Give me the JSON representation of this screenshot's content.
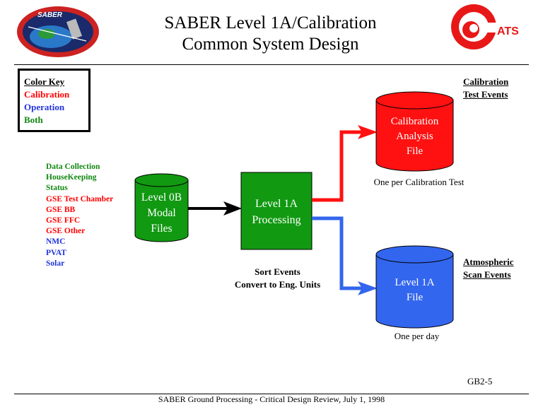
{
  "header": {
    "title_line1": "SABER Level 1A/Calibration",
    "title_line2": "Common System Design",
    "logo_left_text": "SABER",
    "logo_right_text": "ATS"
  },
  "color_key": {
    "heading": "Color Key",
    "items": [
      {
        "label": "Calibration",
        "color": "#ff0000"
      },
      {
        "label": "Operation",
        "color": "#2233dd"
      },
      {
        "label": "Both",
        "color": "#118811"
      }
    ]
  },
  "sources": [
    {
      "label": "Data Collection",
      "color": "#118811"
    },
    {
      "label": "HouseKeeping",
      "color": "#118811"
    },
    {
      "label": "Status",
      "color": "#118811"
    },
    {
      "label": "GSE Test Chamber",
      "color": "#ff0000"
    },
    {
      "label": "GSE BB",
      "color": "#ff0000"
    },
    {
      "label": "GSE FFC",
      "color": "#ff0000"
    },
    {
      "label": "GSE Other",
      "color": "#ff0000"
    },
    {
      "label": "NMC",
      "color": "#2233dd"
    },
    {
      "label": "PVAT",
      "color": "#2233dd"
    },
    {
      "label": "Solar",
      "color": "#2233dd"
    }
  ],
  "nodes": {
    "level0b": {
      "line1": "Level 0B",
      "line2": "Modal",
      "line3": "Files",
      "color": "#119911"
    },
    "processing": {
      "line1": "Level 1A",
      "line2": "Processing",
      "color": "#119911"
    },
    "calibration_file": {
      "line1": "Calibration",
      "line2": "Analysis",
      "line3": "File",
      "color": "#ff1111",
      "note": "One per Calibration Test"
    },
    "level1a_file": {
      "line1": "Level 1A",
      "line2": "File",
      "color": "#3366ee",
      "note": "One per day"
    }
  },
  "labels": {
    "calibration_events_line1": "Calibration",
    "calibration_events_line2": "Test Events",
    "atmospheric_line1": "Atmospheric",
    "atmospheric_line2": "Scan Events",
    "sort_events": "Sort Events",
    "convert": "Convert to Eng. Units"
  },
  "footer": {
    "page_id": "GB2-5",
    "text": "SABER Ground Processing - Critical Design Review, July 1, 1998"
  }
}
